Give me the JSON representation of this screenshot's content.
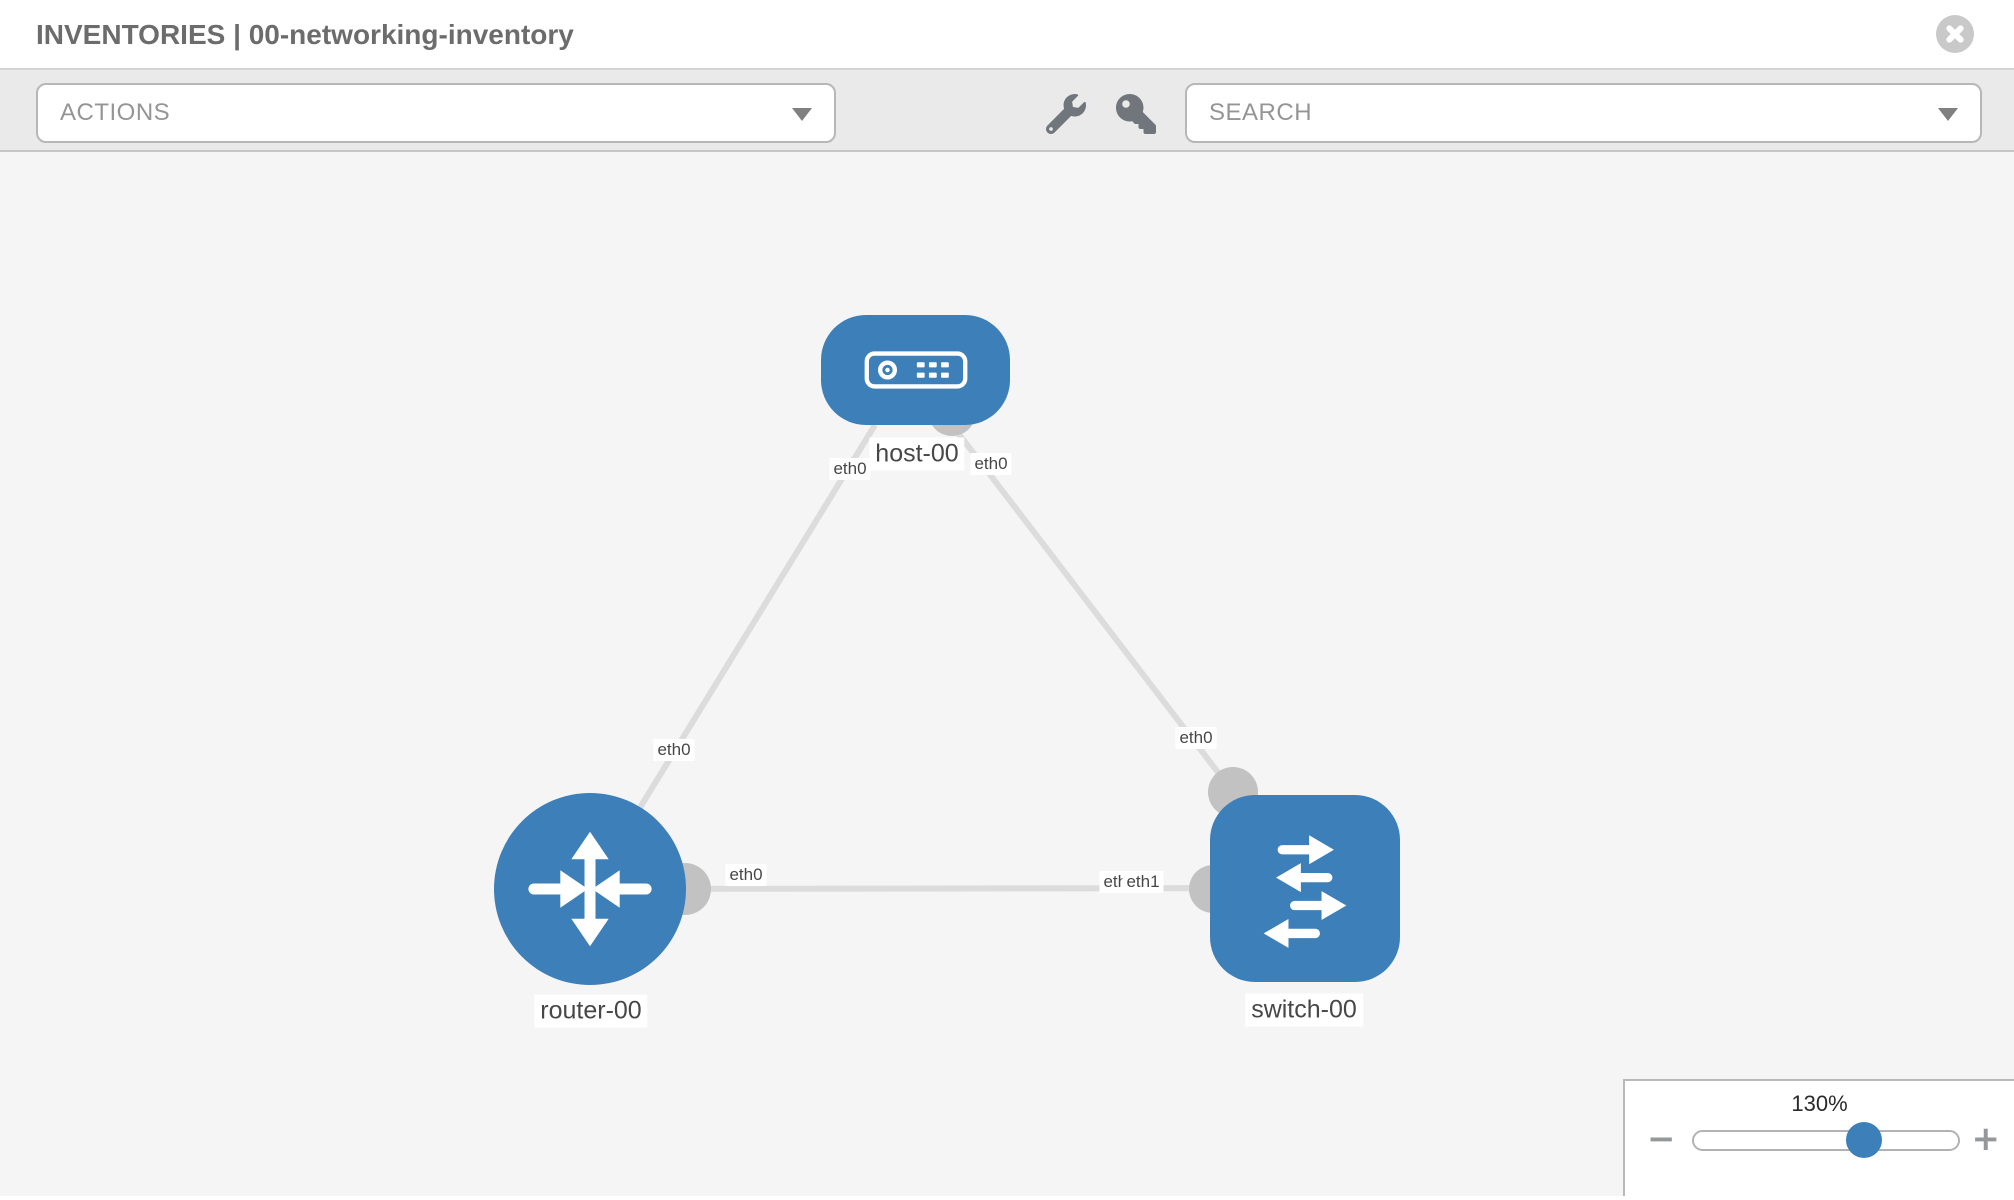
{
  "header": {
    "title": "INVENTORIES | 00-networking-inventory",
    "close_icon": "close-circle-icon"
  },
  "toolbar": {
    "actions_label": "ACTIONS",
    "search_label": "SEARCH",
    "icons": {
      "left": "wrench-icon",
      "right": "key-icon"
    }
  },
  "topology": {
    "node_labels": {
      "host": "host-00",
      "router": "router-00",
      "switch": "switch-00"
    },
    "if_labels": {
      "host_left": "eth0",
      "host_right": "eth0",
      "router_top": "eth0",
      "switch_top": "eth0",
      "router_right": "eth0",
      "switch_left_under": "eth0",
      "switch_left": "eth1"
    },
    "nodes": [
      {
        "id": "host-00",
        "type": "host",
        "icon": "host-icon"
      },
      {
        "id": "router-00",
        "type": "router",
        "icon": "router-icon"
      },
      {
        "id": "switch-00",
        "type": "switch",
        "icon": "switch-icon"
      }
    ],
    "links": [
      {
        "source": "host-00",
        "source_if": "eth0",
        "target": "router-00",
        "target_if": "eth0"
      },
      {
        "source": "host-00",
        "source_if": "eth0",
        "target": "switch-00",
        "target_if": "eth0"
      },
      {
        "source": "router-00",
        "source_if": "eth0",
        "target": "switch-00",
        "target_if": "eth1"
      }
    ]
  },
  "zoom_control": {
    "level": "130%",
    "minus_label": "−",
    "plus_label": "+"
  },
  "colors": {
    "node_blue": "#3d7fb9",
    "link_gray": "#dcdcdc",
    "stub_gray": "#c2c2c2",
    "canvas_bg": "#f5f5f5",
    "toolbar_bg": "#eaeaea"
  }
}
